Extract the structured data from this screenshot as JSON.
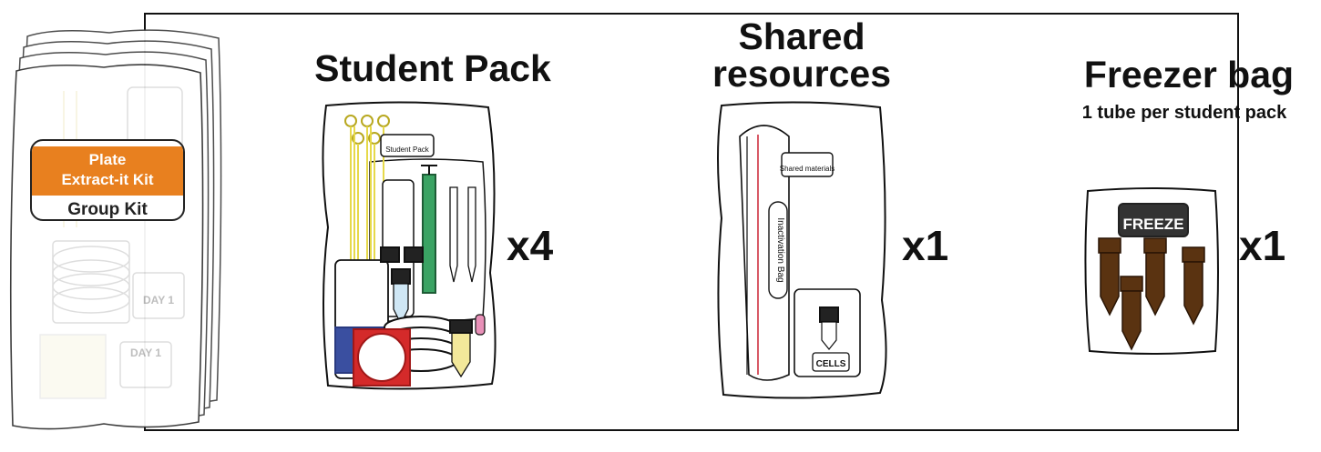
{
  "titles": {
    "student_pack": "Student Pack",
    "shared_resources": "Shared resources",
    "freezer_bag": "Freezer bag",
    "freezer_subtitle": "1 tube per student pack"
  },
  "quantities": {
    "student_pack": "x4",
    "shared_resources": "x1",
    "freezer_bag": "x1"
  },
  "kit": {
    "line1": "Plate",
    "line2": "Extract-it Kit",
    "group": "Group Kit",
    "day_label_1": "DAY 1",
    "day_label_2": "DAY 1"
  },
  "bag_labels": {
    "student": "Student Pack",
    "shared": "Shared materials",
    "inactivation": "Inactivation Bag",
    "cells": "CELLS",
    "freeze": "FREEZE"
  },
  "colors": {
    "kit_orange": "#e8801f",
    "syringe_green": "#2e8b57",
    "loop_yellow": "#e6d94a",
    "tube_brown": "#5a3311",
    "blue_label": "#3a4fa0",
    "red_plate": "#d42a2a"
  }
}
